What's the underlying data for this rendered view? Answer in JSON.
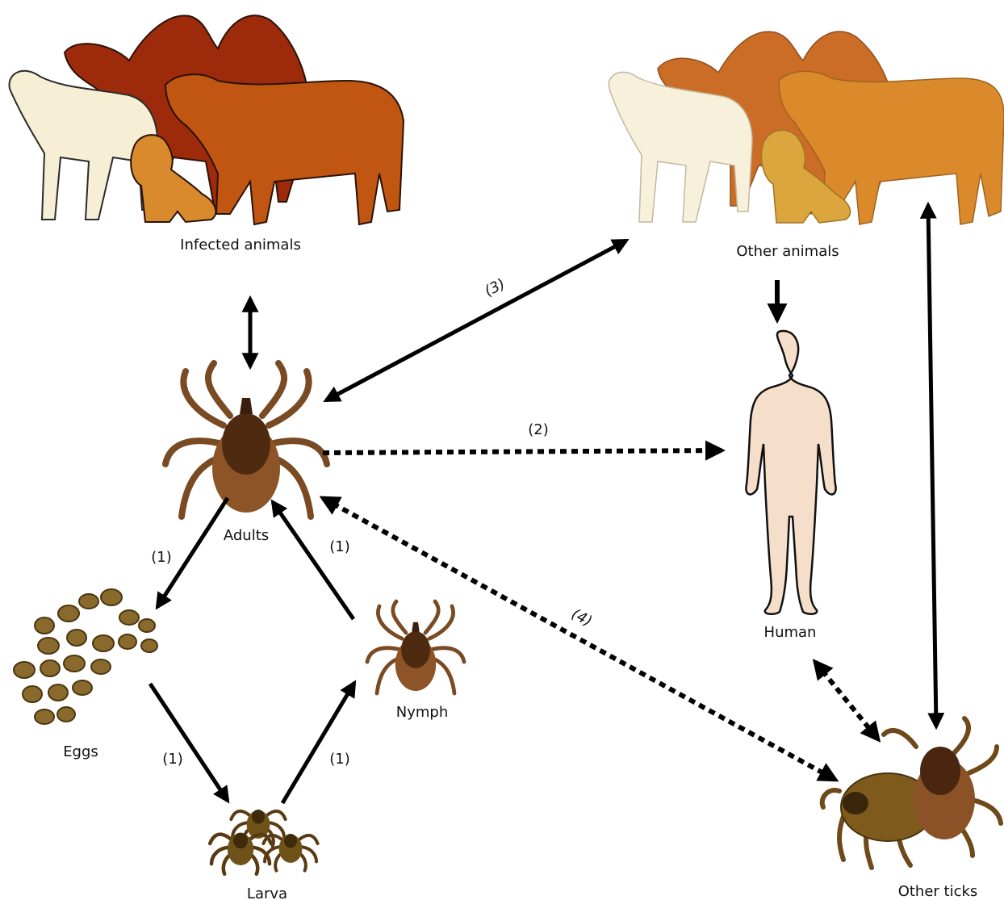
{
  "nodes": {
    "infected_animals": "Infected animals",
    "other_animals": "Other animals",
    "adults": "Adults",
    "human": "Human",
    "eggs": "Eggs",
    "nymph": "Nymph",
    "larva": "Larva",
    "other_ticks": "Other ticks"
  },
  "edges": {
    "adults_to_eggs": "(1)",
    "nymph_to_adults": "(1)",
    "eggs_to_larva": "(1)",
    "larva_to_nymph": "(1)",
    "adults_to_human": "(2)",
    "adults_other_animals": "(3)",
    "adults_other_ticks": "(4)"
  },
  "colors": {
    "sheep": "#f6efd6",
    "camel": "#9e2a0c",
    "cow": "#c05612",
    "dog": "#d98a2c",
    "camel_faded": "#c9661c",
    "cow_faded": "#d9841f",
    "dog_faded": "#dba234",
    "human_skin": "#f5dfca",
    "tick_dark": "#5a3013",
    "tick_body": "#8c5427",
    "tick_legs": "#7a4a23",
    "egg": "#8a6a2c",
    "arrow": "#000000"
  },
  "icons": [
    "sheep-icon",
    "camel-icon",
    "cow-icon",
    "dog-icon",
    "human-icon",
    "tick-icon",
    "egg-cluster-icon",
    "larva-icon"
  ]
}
